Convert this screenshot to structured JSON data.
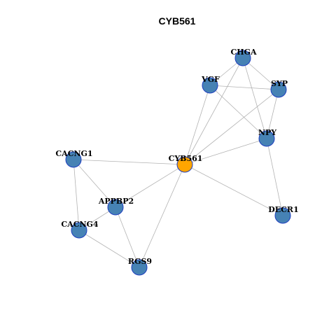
{
  "title": "CYB561",
  "colors": {
    "node_default": "#4682b4",
    "node_focus": "#ffa500",
    "node_border": "#1f3fbf",
    "edge": "#b3b3b3"
  },
  "nodes": [
    {
      "id": "CHGA",
      "label": "CHGA",
      "focus": false
    },
    {
      "id": "VGF",
      "label": "VGF",
      "focus": false
    },
    {
      "id": "SYP",
      "label": "SYP",
      "focus": false
    },
    {
      "id": "NPY",
      "label": "NPY",
      "focus": false
    },
    {
      "id": "CACNG1",
      "label": "CACNG1",
      "focus": false
    },
    {
      "id": "CYB561",
      "label": "CYB561",
      "focus": true
    },
    {
      "id": "APPBP2",
      "label": "APPBP2",
      "focus": false
    },
    {
      "id": "CACNG4",
      "label": "CACNG4",
      "focus": false
    },
    {
      "id": "DECR1",
      "label": "DECR1",
      "focus": false
    },
    {
      "id": "RGS9",
      "label": "RGS9",
      "focus": false
    }
  ],
  "edges": [
    [
      "CHGA",
      "VGF"
    ],
    [
      "CHGA",
      "SYP"
    ],
    [
      "CHGA",
      "NPY"
    ],
    [
      "CHGA",
      "CYB561"
    ],
    [
      "VGF",
      "SYP"
    ],
    [
      "VGF",
      "NPY"
    ],
    [
      "VGF",
      "CYB561"
    ],
    [
      "SYP",
      "NPY"
    ],
    [
      "SYP",
      "CYB561"
    ],
    [
      "NPY",
      "CYB561"
    ],
    [
      "NPY",
      "DECR1"
    ],
    [
      "CACNG1",
      "CYB561"
    ],
    [
      "CACNG1",
      "APPBP2"
    ],
    [
      "CACNG1",
      "CACNG4"
    ],
    [
      "CYB561",
      "APPBP2"
    ],
    [
      "CYB561",
      "DECR1"
    ],
    [
      "CYB561",
      "RGS9"
    ],
    [
      "APPBP2",
      "CACNG4"
    ],
    [
      "APPBP2",
      "RGS9"
    ],
    [
      "CACNG4",
      "RGS9"
    ]
  ]
}
